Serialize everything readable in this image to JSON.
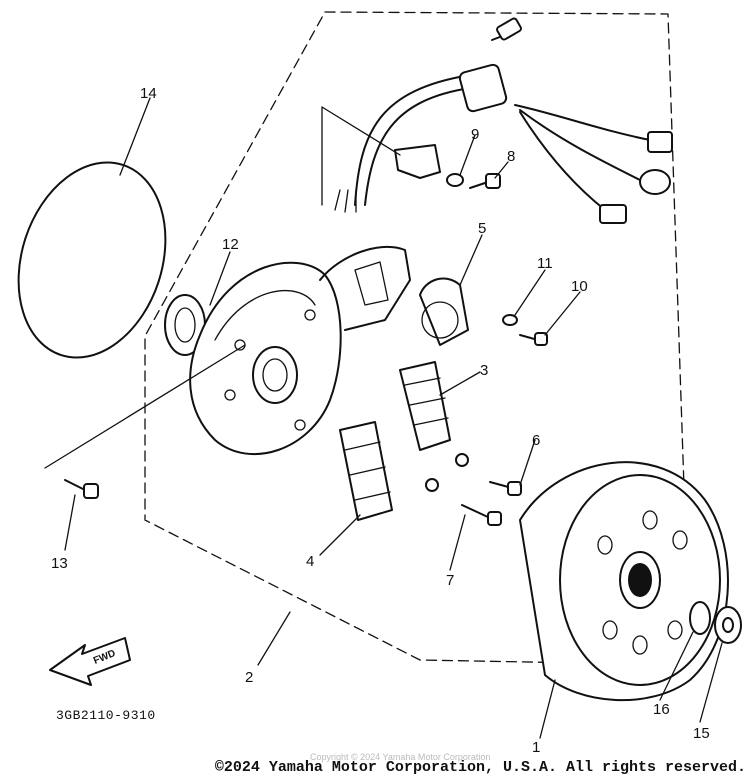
{
  "diagram": {
    "callouts": [
      {
        "id": "1",
        "label": "1"
      },
      {
        "id": "2",
        "label": "2"
      },
      {
        "id": "3",
        "label": "3"
      },
      {
        "id": "4",
        "label": "4"
      },
      {
        "id": "5",
        "label": "5"
      },
      {
        "id": "6",
        "label": "6"
      },
      {
        "id": "7",
        "label": "7"
      },
      {
        "id": "8",
        "label": "8"
      },
      {
        "id": "9",
        "label": "9"
      },
      {
        "id": "10",
        "label": "10"
      },
      {
        "id": "11",
        "label": "11"
      },
      {
        "id": "12",
        "label": "12"
      },
      {
        "id": "13",
        "label": "13"
      },
      {
        "id": "14",
        "label": "14"
      },
      {
        "id": "15",
        "label": "15"
      },
      {
        "id": "16",
        "label": "16"
      }
    ],
    "fwd_label": "FWD",
    "drawing_code": "3GB2110-9310",
    "copyright": "©2024 Yamaha Motor Corporation, U.S.A. All rights reserved.",
    "watermark": "Copyright © 2024 Yamaha Motor Corporation"
  }
}
